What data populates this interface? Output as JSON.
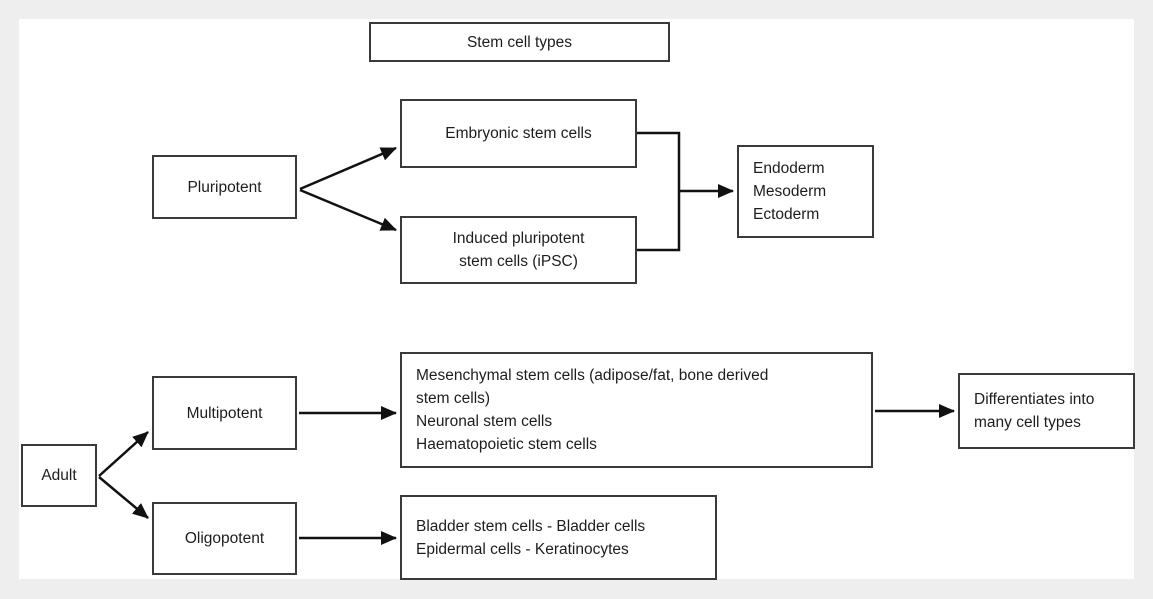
{
  "diagram": {
    "title": "Stem cell types",
    "colors": {
      "page_background": "#eeeeee",
      "panel_background": "#ffffff",
      "box_border": "#3a3a3a",
      "arrow": "#111111",
      "text": "#1d1d1d"
    },
    "nodes": {
      "title": {
        "label": "Stem cell types"
      },
      "pluripotent": {
        "label": "Pluripotent"
      },
      "embryonic": {
        "label": "Embryonic stem cells"
      },
      "ipsc": {
        "label": "Induced pluripotent\nstem cells (iPSC)"
      },
      "germ_layers": {
        "label": "Endoderm\nMesoderm\nEctoderm"
      },
      "adult": {
        "label": "Adult"
      },
      "multipotent": {
        "label": "Multipotent"
      },
      "oligopotent": {
        "label": "Oligopotent"
      },
      "multipotent_examples": {
        "label": "Mesenchymal stem cells (adipose/fat, bone derived\nstem cells)\nNeuronal stem cells\nHaematopoietic stem cells"
      },
      "differentiates": {
        "label": "Differentiates into\nmany cell types"
      },
      "oligopotent_examples": {
        "label": "Bladder stem cells - Bladder cells\nEpidermal cells - Keratinocytes"
      }
    },
    "edges": [
      {
        "from": "Pluripotent",
        "to": "Embryonic stem cells"
      },
      {
        "from": "Pluripotent",
        "to": "Induced pluripotent stem cells (iPSC)"
      },
      {
        "from": "Embryonic stem cells",
        "to": "Endoderm Mesoderm Ectoderm",
        "via": "merge-bracket"
      },
      {
        "from": "Induced pluripotent stem cells (iPSC)",
        "to": "Endoderm Mesoderm Ectoderm",
        "via": "merge-bracket"
      },
      {
        "from": "Adult",
        "to": "Multipotent"
      },
      {
        "from": "Adult",
        "to": "Oligopotent"
      },
      {
        "from": "Multipotent",
        "to": "Mesenchymal / Neuronal / Haematopoietic stem cells"
      },
      {
        "from": "Mesenchymal / Neuronal / Haematopoietic stem cells",
        "to": "Differentiates into many cell types"
      },
      {
        "from": "Oligopotent",
        "to": "Bladder stem cells / Epidermal cells"
      }
    ]
  }
}
